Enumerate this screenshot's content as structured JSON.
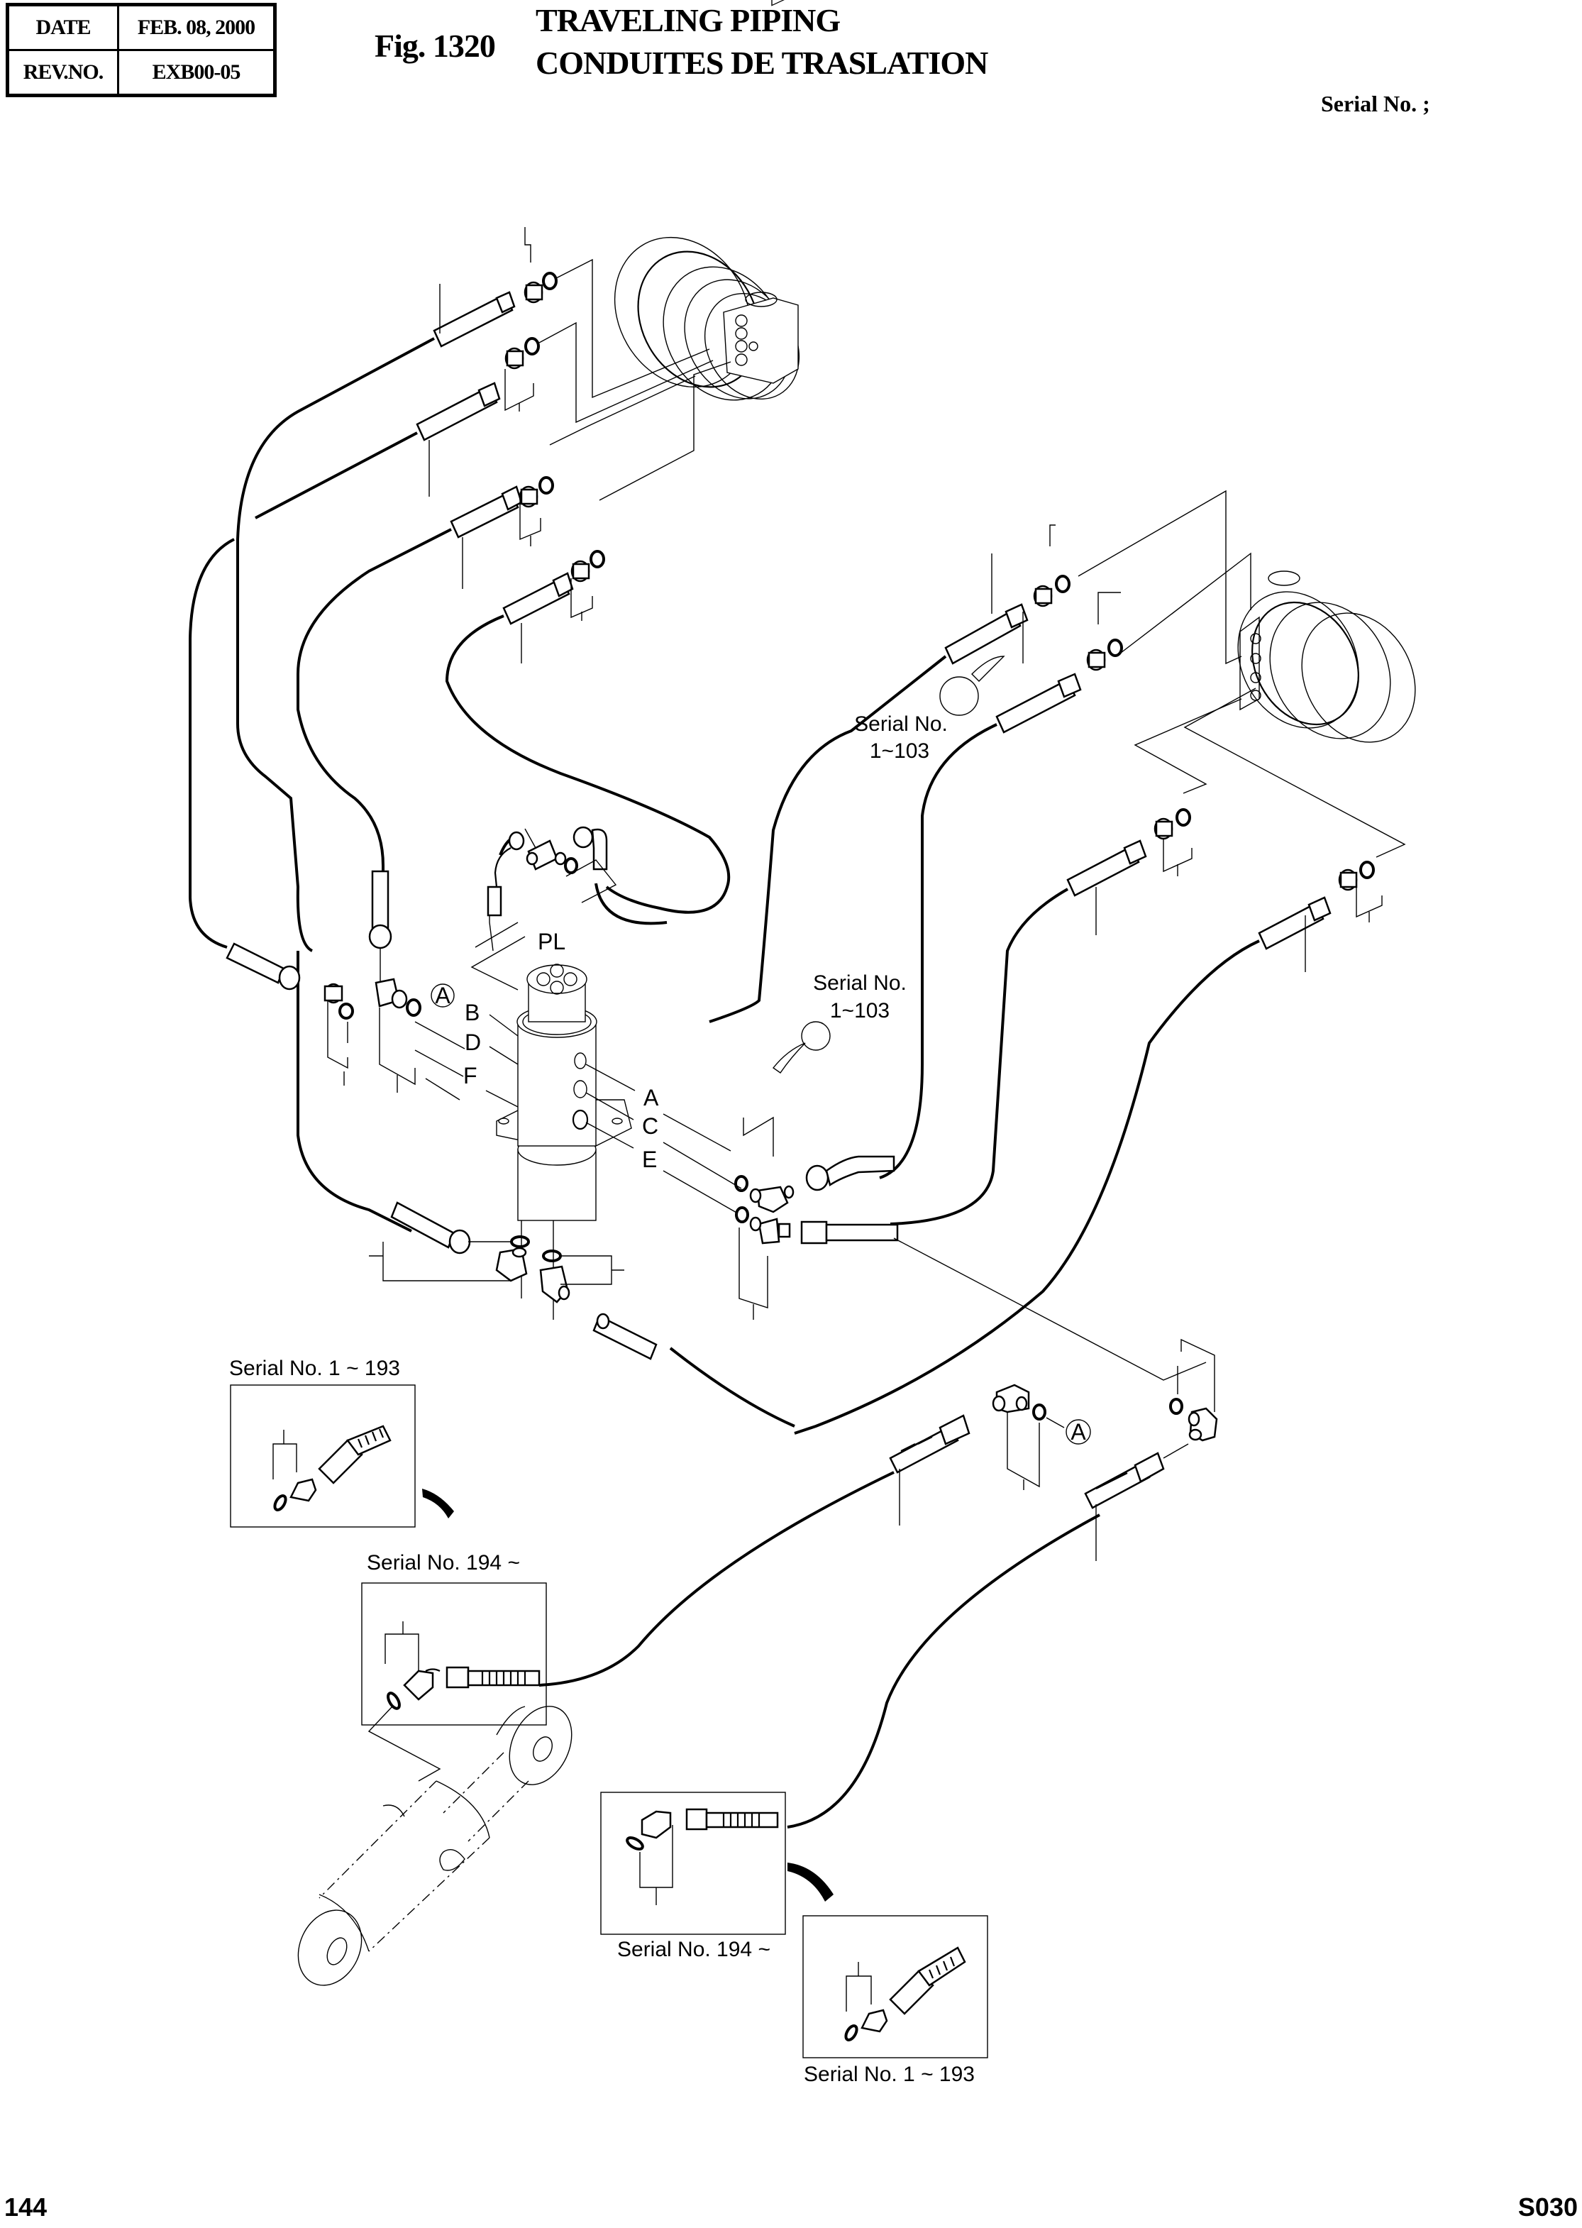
{
  "header": {
    "revision_table": [
      {
        "key": "DATE",
        "value": "FEB. 08, 2000"
      },
      {
        "key": "REV.NO.",
        "value": "EXB00-05"
      }
    ],
    "figure_number": "Fig. 1320",
    "title_en": "TRAVELING PIPING",
    "title_fr": "CONDUITES DE TRASLATION",
    "serial_label": "Serial No. ;"
  },
  "footer": {
    "page_number": "144",
    "section_code": "S030"
  },
  "diagram": {
    "components": [
      "travel-motor-left",
      "travel-motor-right",
      "center-joint",
      "travel-hoses",
      "adapters",
      "o-rings",
      "elbows",
      "cylinder"
    ],
    "port_labels": {
      "pl": "PL",
      "b": "B",
      "d": "D",
      "f": "F",
      "a": "A",
      "c": "C",
      "e": "E"
    },
    "reference_marker": "A",
    "serial_notes": {
      "upper_right": {
        "line1": "Serial No.",
        "line2": "1~103"
      },
      "center": {
        "line1": "Serial No.",
        "line2": "1~103"
      },
      "inset_left_top": "Serial No. 1 ~ 193",
      "inset_left_mid": "Serial No. 194 ~",
      "inset_bottom_mid": "Serial No. 194 ~",
      "inset_bottom_right": "Serial No. 1 ~ 193"
    }
  }
}
